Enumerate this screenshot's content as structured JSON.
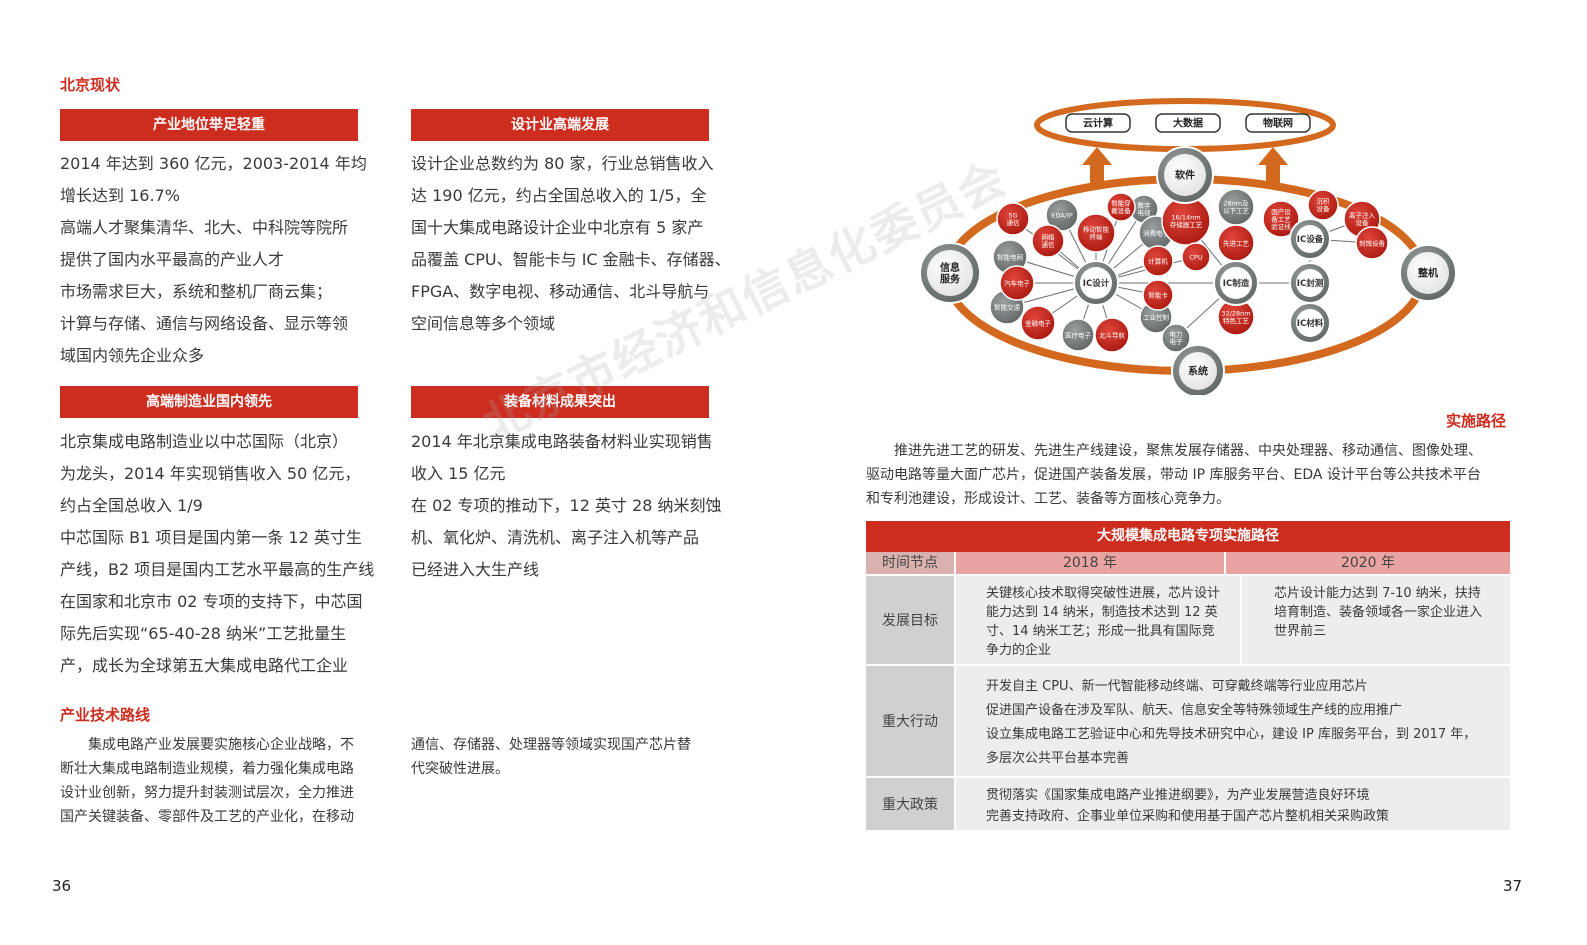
{
  "left": {
    "section_title": "北京现状",
    "box1": {
      "bar": "产业地位举足轻重",
      "lines": [
        "2014 年达到 360 亿元，2003-2014 年均",
        "增长达到 16.7%",
        "高端人才聚集清华、北大、中科院等院所",
        "提供了国内水平最高的产业人才",
        "市场需求巨大，系统和整机厂商云集；",
        "计算与存储、通信与网络设备、显示等领",
        "域国内领先企业众多"
      ]
    },
    "box2": {
      "bar": "设计业高端发展",
      "lines": [
        "设计企业总数约为 80 家，行业总销售收入",
        "达 190 亿元，约占全国总收入的 1/5，全",
        "国十大集成电路设计企业中北京有 5 家产",
        "品覆盖 CPU、智能卡与 IC 金融卡、存储器、",
        "FPGA、数字电视、移动通信、北斗导航与",
        "空间信息等多个领域"
      ]
    },
    "box3": {
      "bar": "高端制造业国内领先",
      "lines": [
        "北京集成电路制造业以中芯国际（北京）",
        "为龙头，2014 年实现销售收入 50 亿元，",
        "约占全国总收入 1/9",
        "中芯国际 B1 项目是国内第一条 12 英寸生",
        "产线，B2 项目是国内工艺水平最高的生产线",
        "在国家和北京市 02 专项的支持下，中芯国",
        "际先后实现“65-40-28 纳米”工艺批量生",
        "产，成长为全球第五大集成电路代工企业"
      ]
    },
    "box4": {
      "bar": "装备材料成果突出",
      "lines": [
        "2014 年北京集成电路装备材料业实现销售",
        "收入 15 亿元",
        "在 02 专项的推动下，12 英寸 28 纳米刻蚀",
        "机、氧化炉、清洗机、离子注入机等产品",
        "已经进入大生产线"
      ]
    },
    "tech_title": "产业技术路线",
    "tech_col1": [
      "　　集成电路产业发展要实施核心企业战略，不",
      "断壮大集成电路制造业规模，着力强化集成电路",
      "设计业创新，努力提升封装测试层次，全力推进",
      "国产关键装备、零部件及工艺的产业化，在移动"
    ],
    "tech_col2": [
      "通信、存储器、处理器等领域实现国产芯片替",
      "代突破性进展。"
    ],
    "page_number": "36"
  },
  "right": {
    "diagram": {
      "top_apps": [
        "云计算",
        "大数据",
        "物联网"
      ],
      "software": "软件",
      "system": "系统",
      "info_service": "信息\n服务",
      "machine": "整机",
      "ic_design": "IC设计",
      "ic_manufacturing": "IC制造",
      "ic_packaging": "IC封测",
      "ic_equipment": "IC设备",
      "ic_materials": "IC材料",
      "red_nodes": [
        "5G\n通信",
        "网络\n通信",
        "移动智能\n终端",
        "智能穿\n戴设备",
        "16/14nm\n存储器工艺",
        "CPU",
        "计算机",
        "先进工艺",
        "国产设\n备工艺\n验证线",
        "沉积\n设备",
        "离子注入\n设备",
        "刻蚀设备",
        "汽车电子",
        "金融电子",
        "北斗导航",
        "智能卡",
        "32/28nm\n特色工艺"
      ],
      "grey_nodes": [
        "EDA/IP",
        "数字\n电视",
        "消费电子",
        "智能电网",
        "智能交通",
        "医疗电子",
        "工业控制",
        "电力\n电子",
        "28nm及\n以下工艺"
      ]
    },
    "impl_title": "实施路径",
    "impl_lines": [
      "　　推进先进工艺的研发、先进生产线建设，聚焦发展存储器、中央处理器、移动通信、图像处理、",
      "驱动电路等量大面广芯片，促进国产装备发展，带动 IP 库服务平台、EDA 设计平台等公共技术平台",
      "和专利池建设，形成设计、工艺、装备等方面核心竞争力。"
    ],
    "table": {
      "title": "大规模集成电路专项实施路径",
      "headers": [
        "时间节点",
        "2018 年",
        "2020 年"
      ],
      "goal_label": "发展目标",
      "goal_2018": "关键核心技术取得突破性进展，芯片设计能力达到 14 纳米，制造技术达到 12 英寸、14 纳米工艺；形成一批具有国际竞争力的企业",
      "goal_2020": "芯片设计能力达到 7-10 纳米，扶持培育制造、装备领域各一家企业进入世界前三",
      "action_label": "重大行动",
      "actions": [
        "开发自主 CPU、新一代智能移动终端、可穿戴终端等行业应用芯片",
        "促进国产设备在涉及军队、航天、信息安全等特殊领域生产线的应用推广",
        "设立集成电路工艺验证中心和先导技术研究中心，建设 IP 库服务平台，到 2017 年，",
        "多层次公共平台基本完善"
      ],
      "policy_label": "重大政策",
      "policies": [
        "贯彻落实《国家集成电路产业推进纲要》，为产业发展营造良好环境",
        "完善支持政府、企事业单位采购和使用基于国产芯片整机相关采购政策"
      ]
    },
    "page_number": "37"
  },
  "watermark": "北京市经济和信息化委员会",
  "colors": {
    "accent_red": "#cc2d1f",
    "orange_ring": "#d2691e",
    "table_header_pink": "#e9a3a0"
  }
}
